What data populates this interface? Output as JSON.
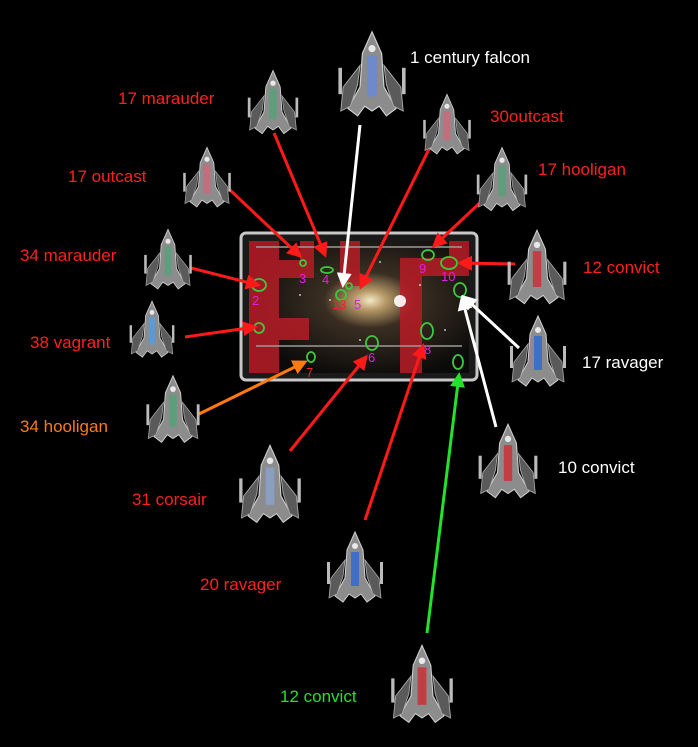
{
  "colors": {
    "background": "#000000",
    "red_text": "#ff2020",
    "white_text": "#ffffff",
    "orange_text": "#ff7a10",
    "green_text": "#22e22a",
    "slot_number": "#e020e0",
    "slot_ring": "#3ec83e",
    "map_red_zone": "#b81c26",
    "map_frame": "#c8c8c8"
  },
  "fleet_labels": [
    {
      "text": "1 century falcon",
      "color": "white"
    },
    {
      "text": "17 marauder",
      "color": "red"
    },
    {
      "text": "30outcast",
      "color": "red"
    },
    {
      "text": "17 outcast",
      "color": "red"
    },
    {
      "text": "17 hooligan",
      "color": "red"
    },
    {
      "text": "34 marauder",
      "color": "red"
    },
    {
      "text": "12 convict",
      "color": "red"
    },
    {
      "text": "38 vagrant",
      "color": "red"
    },
    {
      "text": "17 ravager",
      "color": "white"
    },
    {
      "text": "34 hooligan",
      "color": "orange"
    },
    {
      "text": "10 convict",
      "color": "white"
    },
    {
      "text": "31 corsair",
      "color": "red"
    },
    {
      "text": "20 ravager",
      "color": "red"
    },
    {
      "text": "12 convict",
      "color": "green"
    }
  ],
  "slot_numbers": [
    "2",
    "3",
    "4",
    "13",
    "5",
    "9",
    "10",
    "7",
    "6",
    "8"
  ],
  "ship_icons": [
    "century-falcon-ship-icon",
    "marauder-ship-icon",
    "outcast-ship-icon",
    "outcast-ship-icon",
    "hooligan-ship-icon",
    "marauder-ship-icon",
    "convict-ship-icon",
    "vagrant-ship-icon",
    "ravager-ship-icon",
    "hooligan-ship-icon",
    "convict-ship-icon",
    "corsair-ship-icon",
    "ravager-ship-icon",
    "convict-ship-icon"
  ]
}
